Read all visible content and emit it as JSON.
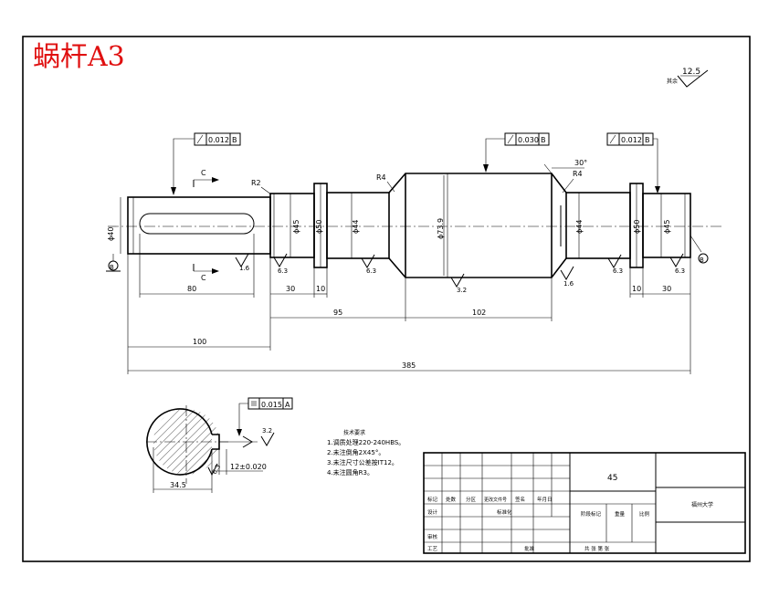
{
  "sheet": {
    "title": "蜗杆A3",
    "roughness_note": "其余",
    "roughness_value": "12.5"
  },
  "shaft": {
    "rough_left_key": "1.6",
    "rough_shoulder_left": "6.3",
    "rough_journal_left": "6.3",
    "rough_worm": "3.2",
    "rough_groove_right": "1.6",
    "rough_journal_right": "6.3",
    "rough_end_right": "6.3",
    "runout_left": "0.012",
    "runout_left_ref": "B",
    "runout_mid": "0.030",
    "runout_mid_ref": "B",
    "runout_right": "0.012",
    "runout_right_ref": "B",
    "datum_b": "B",
    "radius_left": "R2",
    "radius_mid_left": "R4",
    "radius_mid_right": "R4",
    "angle": "30°",
    "dia_end": "ϕ40",
    "dia_45_left": "ϕ45",
    "dia_50_left": "ϕ50",
    "dia_44_left": "ϕ44",
    "dia_worm": "ϕ73.9",
    "dia_44_right": "ϕ44",
    "dia_50_right": "ϕ50",
    "dia_45_right": "ϕ45",
    "section_label_top": "C",
    "section_label_bottom": "C",
    "dim_80": "80",
    "dim_30_left": "30",
    "dim_10_left": "10",
    "dim_95": "95",
    "dim_102": "102",
    "dim_10_right": "10",
    "dim_30_right": "30",
    "dim_100": "100",
    "dim_385": "385"
  },
  "section": {
    "symmetry_value": "0.015",
    "symmetry_ref": "A",
    "rough_keyway": "3.2",
    "rough_side": "6.3",
    "width_dim": "12±0.020",
    "depth_dim": "34.5"
  },
  "notes": {
    "heading": "技术要求",
    "items": [
      "1.调质处理220-240HBS。",
      "2.未注倒角2X45°。",
      "3.未注尺寸公差按IT12。",
      "4.未注圆角R3。"
    ]
  },
  "title_block": {
    "material": "45",
    "school": "福州大学",
    "row_labels": [
      "标记",
      "处数",
      "分区",
      "更改文件号",
      "签名",
      "年月日"
    ],
    "design": "设计",
    "standardize": "标准化",
    "stage_mark": "阶段标记",
    "weight": "重量",
    "scale": "比例",
    "review": "审核",
    "process": "工艺",
    "approve": "批准",
    "sheets": "共 张  第 张"
  }
}
